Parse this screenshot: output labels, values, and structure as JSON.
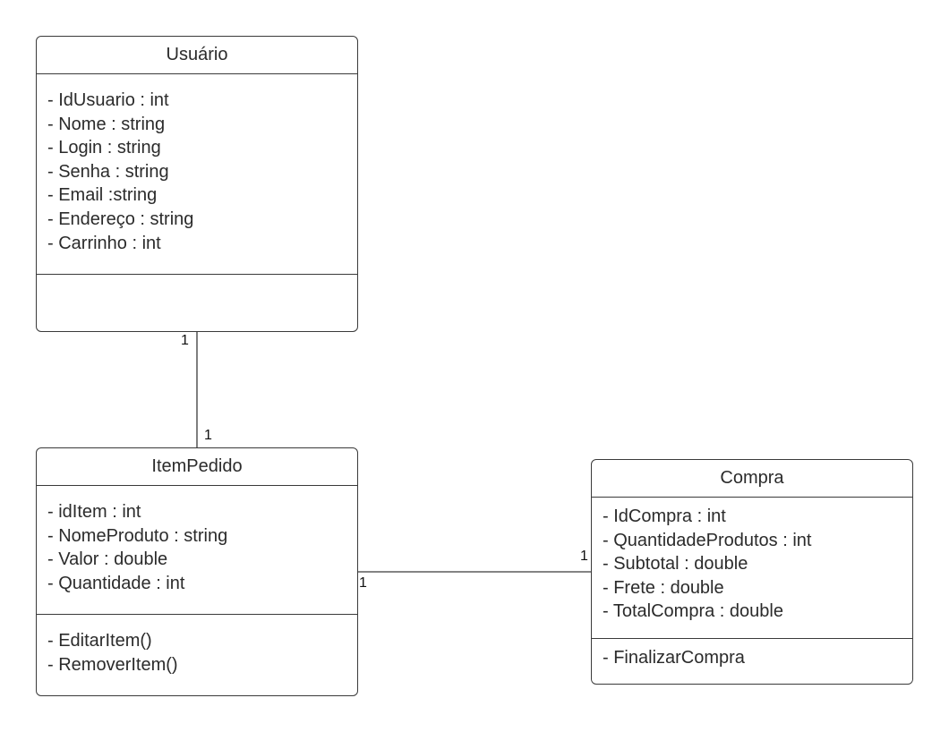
{
  "classes": {
    "usuario": {
      "name": "Usuário",
      "attributes": [
        "- IdUsuario : int",
        "- Nome : string",
        "- Login : string",
        "- Senha : string",
        "- Email :string",
        "- Endereço : string",
        "- Carrinho : int"
      ],
      "methods": []
    },
    "itempedido": {
      "name": "ItemPedido",
      "attributes": [
        "- idItem : int",
        "- NomeProduto : string",
        "- Valor : double",
        "- Quantidade : int"
      ],
      "methods": [
        "- EditarItem()",
        "- RemoverItem()"
      ]
    },
    "compra": {
      "name": "Compra",
      "attributes": [
        "- IdCompra : int",
        "- QuantidadeProdutos : int",
        "- Subtotal : double",
        "- Frete : double",
        "- TotalCompra : double"
      ],
      "methods": [
        "- FinalizarCompra"
      ]
    }
  },
  "associations": [
    {
      "from": "usuario",
      "to": "itempedido",
      "from_multiplicity": "1",
      "to_multiplicity": "1"
    },
    {
      "from": "itempedido",
      "to": "compra",
      "from_multiplicity": "1",
      "to_multiplicity": "1"
    }
  ]
}
